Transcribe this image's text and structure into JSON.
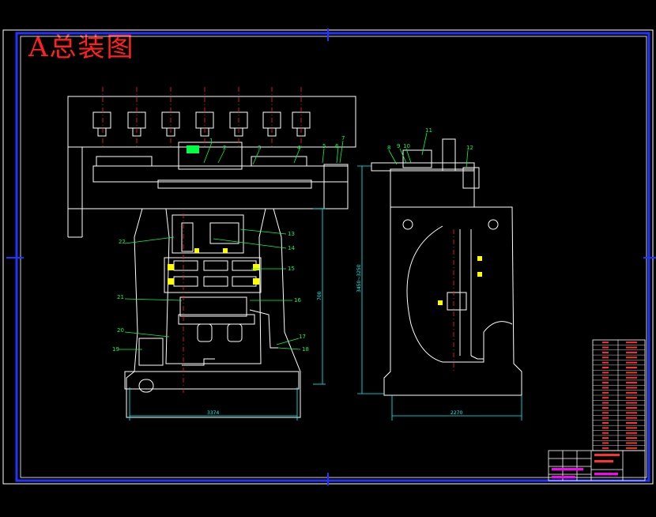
{
  "title": "A总装图",
  "part_labels": [
    "1",
    "2",
    "3",
    "4",
    "5",
    "6",
    "7",
    "8",
    "9",
    "10",
    "11",
    "12",
    "13",
    "14",
    "15",
    "16",
    "17",
    "18",
    "19",
    "20",
    "21",
    "22"
  ],
  "dimensions": {
    "front_width": "3374",
    "front_height": "700",
    "side_width": "2270",
    "side_height": "3450~3250"
  },
  "colors": {
    "background": "#000000",
    "frame": "#2233ff",
    "drawing": "#ffffff",
    "leaders": "#00ff44",
    "dimensions": "#00ffff",
    "centerlines": "#ff2020",
    "title": "#ff2020",
    "table_text": "#ff3030",
    "title_block_accent": "#ff00ff",
    "components": "#ffff00"
  }
}
